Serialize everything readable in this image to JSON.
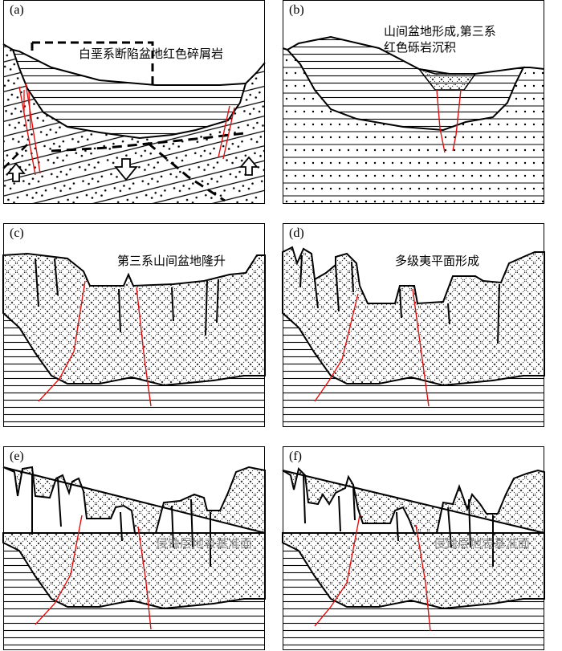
{
  "colors": {
    "fault": "#e01010",
    "ink": "#000000"
  },
  "panels": [
    {
      "label": "(a)",
      "caption": "白垩系断陷盆地红色碎屑岩"
    },
    {
      "label": "(b)",
      "caption_line1": "山间盆地形成,第三系",
      "caption_line2": "红色砾岩沉积"
    },
    {
      "label": "(c)",
      "caption": "第三系山间盆地隆升"
    },
    {
      "label": "(d)",
      "caption": "多级夷平面形成"
    },
    {
      "label": "(e)",
      "caption": "侵蚀层地表基准面"
    },
    {
      "label": "(f)",
      "caption": "侵蚀层地表基准面"
    }
  ]
}
